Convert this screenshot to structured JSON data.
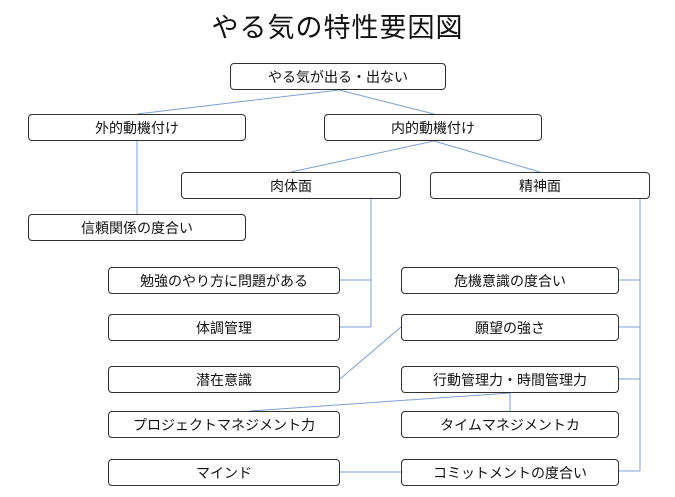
{
  "title": "やる気の特性要因図",
  "line_color": "#7f9fd0",
  "nodes": {
    "root": "やる気が出る・出ない",
    "external": "外的動機付け",
    "internal": "内的動機付け",
    "physical": "肉体面",
    "mental": "精神面",
    "trust": "信頼関係の度合い",
    "study_method": "勉強のやり方に問題がある",
    "health": "体調管理",
    "latent": "潜在意識",
    "crisis": "危機意識の度合い",
    "desire": "願望の強さ",
    "action_time": "行動管理力・時間管理力",
    "project": "プロジェクトマネジメント力",
    "time_mgmt": "タイムマネジメントカ",
    "mind": "マインド",
    "commitment": "コミットメントの度合い"
  }
}
